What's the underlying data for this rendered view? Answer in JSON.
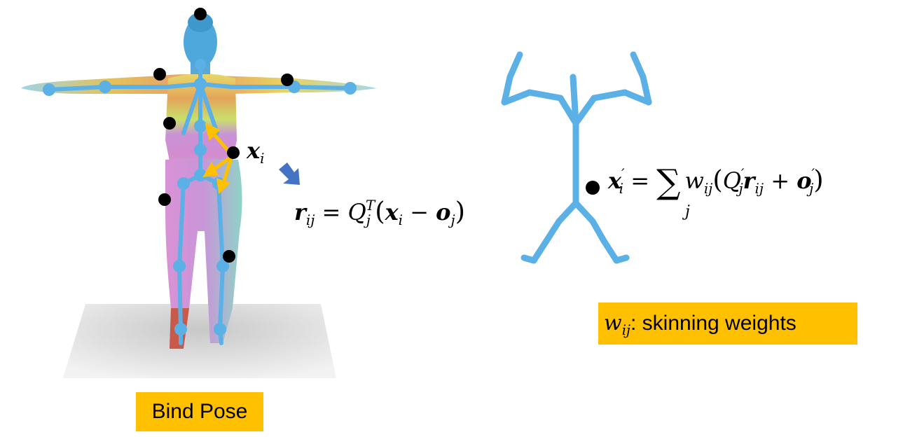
{
  "colors": {
    "bone": "#5BB0E6",
    "bone_dark": "#3E8FCB",
    "arrow_orange": "#FFC000",
    "label_bg": "#FFC000",
    "joint_dot": "#000000",
    "ground": "#E6E6E6"
  },
  "equations": {
    "x_i": {
      "sym": "x",
      "sub": "i"
    },
    "r_ij": {
      "lhs": "r",
      "lhs_sub": "ij",
      "eq": " = ",
      "Q": "Q",
      "Q_sub": "j",
      "Q_sup": "T",
      "x": "x",
      "x_sub": "i",
      "minus": " − ",
      "o": "o",
      "o_sub": "j"
    },
    "x_prime": {
      "lhs": "x",
      "lhs_sup": "′",
      "lhs_sub": "i",
      "eq": " = ",
      "sum": "∑",
      "sum_sub": "j",
      "w": "w",
      "w_sub": "ij",
      "Q": "Q",
      "Q_sup": "′",
      "Q_sub": "j",
      "r": "r",
      "r_sub": "ij",
      "plus": " + ",
      "o": "o",
      "o_sup": "′",
      "o_sub": "j"
    }
  },
  "labels": {
    "bind_pose": "Bind Pose",
    "weights_sym": "w",
    "weights_sub": "ij",
    "weights_text": ": skinning weights"
  },
  "icons": [
    "arrow-down-right-icon"
  ]
}
